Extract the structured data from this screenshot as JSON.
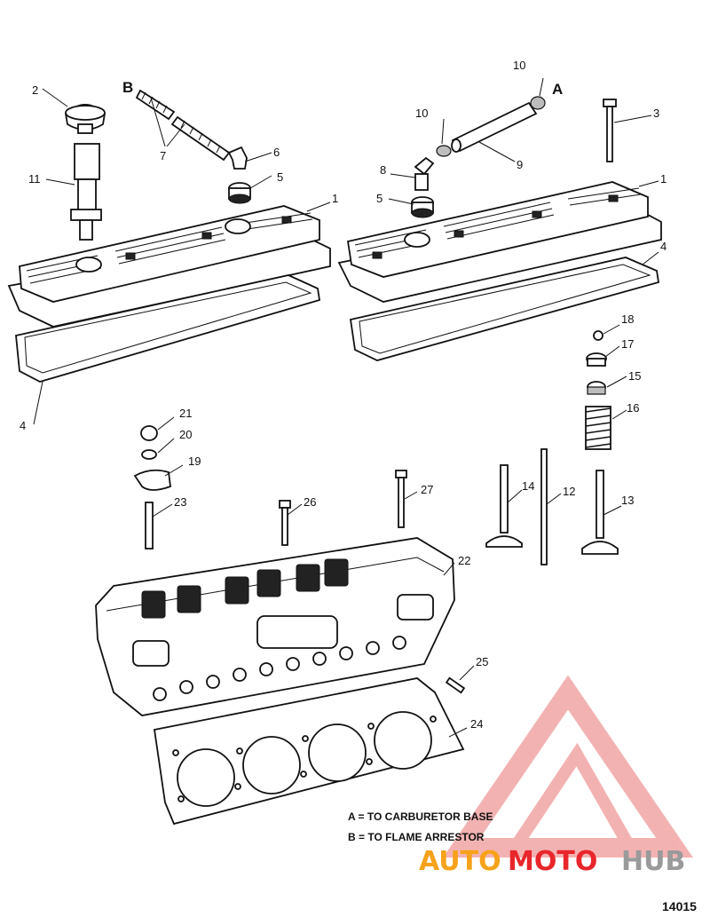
{
  "callouts": {
    "c1a": "1",
    "c1b": "1",
    "c2": "2",
    "c3": "3",
    "c4a": "4",
    "c4b": "4",
    "c5a": "5",
    "c5b": "5",
    "c6": "6",
    "c7": "7",
    "c8": "8",
    "c9": "9",
    "c10a": "10",
    "c10b": "10",
    "c11": "11",
    "c12": "12",
    "c13": "13",
    "c14": "14",
    "c15": "15",
    "c16": "16",
    "c17": "17",
    "c18": "18",
    "c19": "19",
    "c20": "20",
    "c21": "21",
    "c22": "22",
    "c23": "23",
    "c24": "24",
    "c25": "25",
    "c26": "26",
    "c27": "27"
  },
  "markers": {
    "a": "A",
    "b": "B"
  },
  "legend": {
    "line_a": "A = TO CARBURETOR BASE",
    "line_b": "B = TO FLAME ARRESTOR"
  },
  "figure_number": "14015",
  "watermark": {
    "part1": "AUTO",
    "part2": "MOTO",
    "part3": "HUB",
    "color_red": "#e8262b",
    "color_orange": "#f7a21b",
    "color_grey": "#9a9a9a"
  }
}
